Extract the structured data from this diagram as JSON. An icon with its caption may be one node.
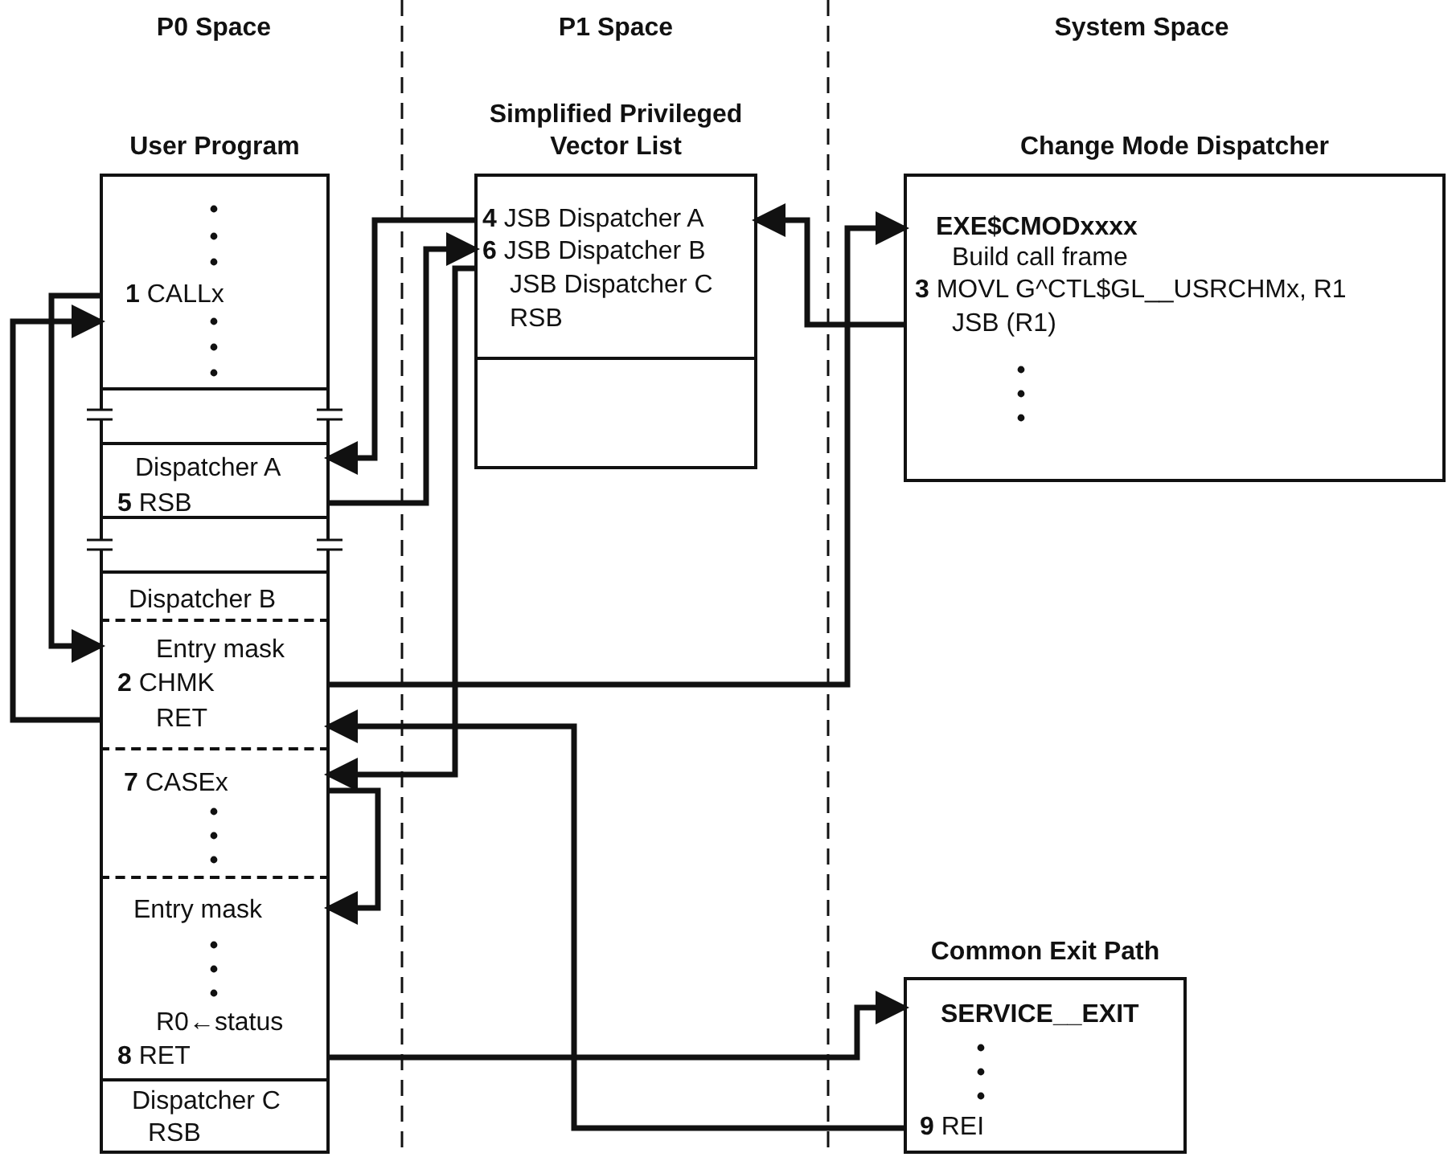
{
  "diagram": {
    "nodes": [
      {
        "text": [
          "User Program"
        ]
      },
      {
        "text": [
          "**1** CALLx"
        ],
        "in": 0
      },
      {
        "text": [
          "Dispatcher A",
          "**5** RSB"
        ],
        "in": 0
      },
      {
        "text": [
          "Dispatcher B"
        ],
        "in": 0
      },
      {
        "text": [
          "Entry mask",
          "**2** CHMK",
          "RET"
        ],
        "in": 0
      },
      {
        "text": [
          "**7** CASEx"
        ],
        "in": 0
      },
      {
        "text": [
          "Entry mask",
          "R0←status",
          "**8** RET"
        ],
        "in": 0
      },
      {
        "text": [
          "Dispatcher C",
          "RSB"
        ],
        "in": 0
      },
      {
        "text": [
          "Simplified Privileged Vector List",
          "**4** JSB Dispatcher A",
          "**6** JSB Dispatcher B",
          "JSB Dispatcher C",
          "RSB"
        ]
      },
      {
        "text": [
          "Change Mode Dispatcher",
          "EXE$CMODxxxx",
          "Build call frame",
          "**3** MOVL G^CTL$GL__USRCHMx, R1",
          "JSB (R1)"
        ]
      },
      {
        "text": [
          "Common Exit Path",
          "SERVICE__EXIT",
          "**9** REI"
        ]
      }
    ],
    "edges": [
      {
        "from": 1,
        "to": 4,
        "arrow": "to"
      },
      {
        "from": 4,
        "to": 9,
        "arrow": "to"
      },
      {
        "from": 9,
        "to": 8,
        "arrow": "to"
      },
      {
        "from": 8,
        "to": 2,
        "arrow": "to"
      },
      {
        "from": 2,
        "to": 8,
        "arrow": "to"
      },
      {
        "from": 8,
        "to": 5,
        "arrow": "to"
      },
      {
        "from": 5,
        "to": 6,
        "arrow": "to"
      },
      {
        "from": 6,
        "to": 10,
        "arrow": "to"
      },
      {
        "from": 10,
        "to": 4,
        "arrow": "to"
      },
      {
        "from": 4,
        "to": 1,
        "arrow": "to"
      }
    ],
    "labels": [
      "P0 Space",
      "P1 Space",
      "System Space"
    ]
  }
}
